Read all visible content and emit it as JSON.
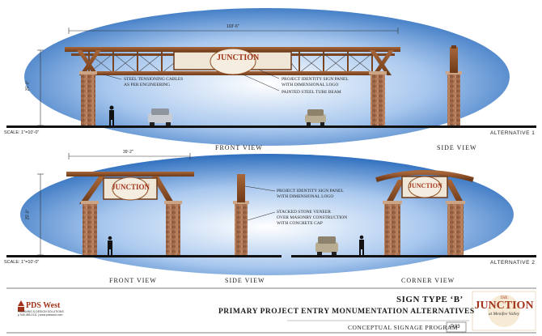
{
  "alt1": {
    "dimension_top": "103'-6\"",
    "dimension_side": "25'-0\"",
    "scale": "SCALE: 1\"=10'-0\"",
    "label": "ALTERNATIVE 1",
    "front_view": "FRONT VIEW",
    "side_view": "SIDE VIEW",
    "note_cables": [
      "STEEL TENSIONING CABLES",
      "AS PER ENGINEERING"
    ],
    "note_panel": [
      "PROJECT IDENTITY SIGN PANEL",
      "WITH DIMENSIONAL LOGO"
    ],
    "note_beam": "PAINTED STEEL TUBE BEAM"
  },
  "alt2": {
    "dimension_top": "39'-2\"",
    "dimension_side": "25'-0\"",
    "scale": "SCALE: 1\"=10'-0\"",
    "label": "ALTERNATIVE 2",
    "front_view": "FRONT VIEW",
    "side_view": "SIDE VIEW",
    "corner_view": "CORNER VIEW",
    "note_panel": [
      "PROJECT IDENTITY SIGN PANEL",
      "WITH DIMENSIONAL LOGO"
    ],
    "note_stone": [
      "STACKED STONE VENEER",
      "OVER MASONRY CONSTRUCTION",
      "WITH CONCRETE CAP"
    ]
  },
  "logo": {
    "the": "THE",
    "name": "JUNCTION",
    "sub": "at Menifee Valley"
  },
  "title_block": {
    "sign_type": "SIGN TYPE ‘B’",
    "subtitle": "PRIMARY PROJECT ENTRY MONUMENTATION ALTERNATIVES",
    "program": "CONCEPTUAL SIGNAGE PROGRAM",
    "page": "P.03"
  },
  "firm": {
    "name": "PDS West",
    "line1": "PLANNING & DESIGN SOLUTIONS",
    "line2": "p 949.485.2111 | www.pdswest.com"
  },
  "colors": {
    "sky": "#2f6fbe",
    "timber": "#8f4f24",
    "stone": "#a36d4d",
    "logo_red": "#a3341a"
  }
}
